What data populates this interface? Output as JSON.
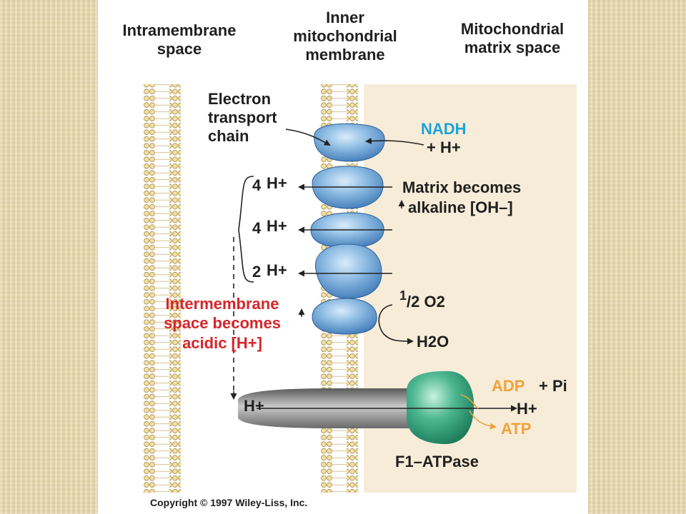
{
  "headers": {
    "left": [
      "Intramembrane",
      "space"
    ],
    "middle": [
      "Inner",
      "mitochondrial",
      "membrane"
    ],
    "right": [
      "Mitochondrial",
      "matrix space"
    ]
  },
  "etc_label": [
    "Electron",
    "transport",
    "chain"
  ],
  "nadh": {
    "name": "NADH",
    "plus": "+ H+"
  },
  "proton_counts": [
    {
      "count": "4",
      "label": "H+"
    },
    {
      "count": "4",
      "label": "H+"
    },
    {
      "count": "2",
      "label": "H+"
    }
  ],
  "matrix_note": [
    "Matrix becomes",
    "alkaline [OH–]"
  ],
  "intermembrane_note": [
    "Intermembrane",
    "space becomes",
    "acidic [H+]"
  ],
  "oxygen": {
    "half": "1",
    "slash_o2": "/2 O2",
    "water": "H2O"
  },
  "atpase_flow": {
    "left_h": "H+",
    "right_h": "H+",
    "adp": "ADP",
    "plus_pi": "+ Pi",
    "atp": "ATP"
  },
  "atpase_label": "F1–ATPase",
  "copyright": "Copyright © 1997 Wiley-Liss, Inc.",
  "colors": {
    "text": "#1f1f1f",
    "nadh": "#1aa3d8",
    "acidic_red": "#d6262b",
    "atp_orange": "#f0a13b",
    "matrix_bg": "#f7ecd8",
    "protein_blue": "#7fb1dc",
    "atpase_green": "#2f9d7a"
  }
}
